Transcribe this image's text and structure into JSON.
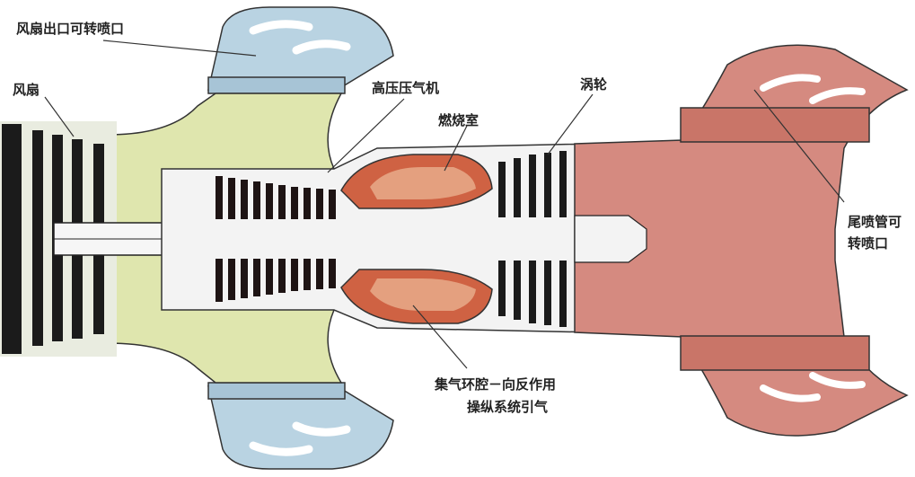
{
  "labels": {
    "fan_exit_nozzle": "风扇出口可转喷口",
    "fan": "风扇",
    "hp_compressor": "高压压气机",
    "turbine": "涡轮",
    "combustor": "燃烧室",
    "tail_nozzle_line1": "尾喷管可",
    "tail_nozzle_line2": "转喷口",
    "bleed_line1": "集气环腔－向反作用",
    "bleed_line2": "操纵系统引气"
  },
  "colors": {
    "fan_nozzle": "#b9d3e2",
    "bypass_duct": "#dfe6ae",
    "compressor": "#1e1414",
    "combustor": "#cf6243",
    "exhaust": "#d58a80",
    "dark": "#1b1b1b"
  }
}
